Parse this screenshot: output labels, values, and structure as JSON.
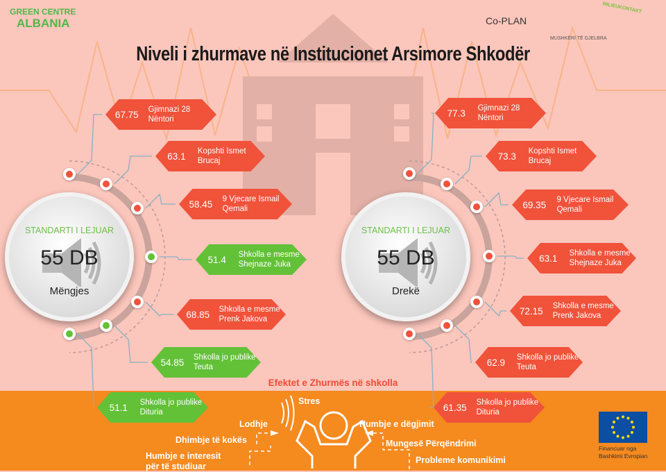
{
  "logos": {
    "green_centre": [
      "GREEN CENTRE",
      "ALBANIA"
    ],
    "coplan": "Co-PLAN",
    "mushkeri": "MUSHKËRI TË GJELBRA",
    "milieukontakt": "MILIEUKONTAKT"
  },
  "title": "Niveli i zhurmave në Institucionet Arsimore Shkodër",
  "colors": {
    "red": "#f0523a",
    "green": "#62c137",
    "orange": "#f58a1f",
    "background": "#fbc6bc"
  },
  "panels": [
    {
      "standard_label": "STANDARTI I LEJUAR",
      "standard_value": "55 DB",
      "time": "Mëngjes",
      "schools": [
        {
          "value": "67.75",
          "name": "Gjimnazi 28 Nëntori",
          "status": "above"
        },
        {
          "value": "63.1",
          "name": "Kopshti Ismet Brucaj",
          "status": "above"
        },
        {
          "value": "58.45",
          "name": "9 Vjecare Ismail Qemali",
          "status": "above"
        },
        {
          "value": "51.4",
          "name": "Shkolla e mesme Shejnaze Juka",
          "status": "below"
        },
        {
          "value": "68.85",
          "name": "Shkolla e mesme Prenk Jakova",
          "status": "above"
        },
        {
          "value": "54.85",
          "name": "Shkolla jo publike Teuta",
          "status": "below"
        },
        {
          "value": "51.1",
          "name": "Shkolla jo publike Dituria",
          "status": "below"
        }
      ]
    },
    {
      "standard_label": "STANDARTI I LEJUAR",
      "standard_value": "55 DB",
      "time": "Drekë",
      "schools": [
        {
          "value": "77.3",
          "name": "Gjimnazi 28 Nëntori",
          "status": "above"
        },
        {
          "value": "73.3",
          "name": "Kopshti Ismet Brucaj",
          "status": "above"
        },
        {
          "value": "69.35",
          "name": "9 Vjecare Ismail Qemali",
          "status": "above"
        },
        {
          "value": "63.1",
          "name": "Shkolla e mesme Shejnaze Juka",
          "status": "above"
        },
        {
          "value": "72.15",
          "name": "Shkolla e mesme Prenk Jakova",
          "status": "above"
        },
        {
          "value": "62.9",
          "name": "Shkolla jo publike Teuta",
          "status": "above"
        },
        {
          "value": "61.35",
          "name": "Shkolla jo publike Dituria",
          "status": "above"
        }
      ]
    }
  ],
  "effects": {
    "heading": "Efektet e Zhurmës në shkolla",
    "items": [
      "Stres",
      "Lodhje",
      "Dhimbje të kokës",
      "Humbje e interesit për të studiuar",
      "Humbje e dëgjimit",
      "Mungesë Përqëndrimi",
      "Probleme komunikimi"
    ]
  },
  "funding": {
    "text_line1": "Financuar nga",
    "text_line2": "Bashkimi Evropian"
  }
}
